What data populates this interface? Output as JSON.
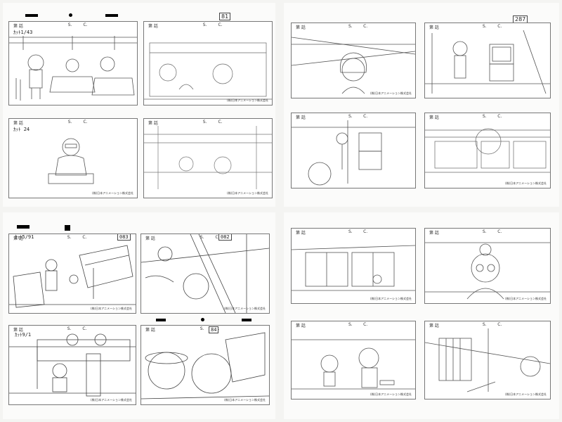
{
  "colors": {
    "paper": "#fbfbfa",
    "pencil": "#555555",
    "ink": "#222222",
    "marker": "#000000"
  },
  "frames": [
    {
      "id": "p1",
      "ep": "第 話",
      "sc": "S.",
      "cut": "C.",
      "note": "ｶｯﾄ1/43",
      "cut_label": "",
      "credit": "",
      "speech": ""
    },
    {
      "id": "p2",
      "ep": "第 話",
      "sc": "S.",
      "cut": "C.",
      "note": "",
      "cut_label": "",
      "credit": "(株)日本アニメーション株式会社",
      "speech": ""
    },
    {
      "id": "p3",
      "ep": "第 話",
      "sc": "S.",
      "cut": "C.",
      "note": "ｶｯﾄ 24",
      "cut_label": "",
      "credit": "(株)日本アニメーション株式会社",
      "speech": ""
    },
    {
      "id": "p4",
      "ep": "第 話",
      "sc": "S.",
      "cut": "C.",
      "note": "",
      "cut_label": "",
      "credit": "(株)日本アニメーション株式会社",
      "speech": ""
    },
    {
      "id": "p5",
      "ep": "第 話",
      "sc": "S.",
      "cut": "C.",
      "note": "",
      "cut_label": "",
      "credit": "(株)日本アニメーション株式会社",
      "speech": ""
    },
    {
      "id": "p6",
      "ep": "第 話",
      "sc": "S.",
      "cut": "C.",
      "note": "",
      "cut_label": "",
      "credit": "",
      "speech": ""
    },
    {
      "id": "p7",
      "ep": "第 話",
      "sc": "S.",
      "cut": "C.",
      "note": "",
      "cut_label": "",
      "credit": "",
      "speech": ""
    },
    {
      "id": "p8",
      "ep": "第 話",
      "sc": "S.",
      "cut": "C.",
      "note": "",
      "cut_label": "",
      "credit": "(株)日本アニメーション株式会社",
      "speech": ""
    },
    {
      "id": "p9",
      "ep": "第 話",
      "sc": "S.",
      "cut": "C.",
      "note": "ｶｯﾄ5/91",
      "cut_label": "083",
      "credit": "(株)日本アニメーション株式会社",
      "speech": ""
    },
    {
      "id": "p10",
      "ep": "第 話",
      "sc": "S.",
      "cut": "C.",
      "note": "",
      "cut_label": "082",
      "credit": "(株)日本アニメーション株式会社",
      "speech": ""
    },
    {
      "id": "p11",
      "ep": "第 話",
      "sc": "S.",
      "cut": "C.",
      "note": "ｶｯﾄ9/1",
      "cut_label": "",
      "credit": "(株)日本アニメーション株式会社",
      "speech": ""
    },
    {
      "id": "p12",
      "ep": "第 話",
      "sc": "S.",
      "cut": "C.",
      "note": "",
      "cut_label": "84",
      "credit": "(株)日本アニメーション株式会社",
      "speech": ""
    },
    {
      "id": "p13",
      "ep": "第 話",
      "sc": "S.",
      "cut": "C.",
      "note": "",
      "cut_label": "",
      "credit": "(株)日本アニメーション株式会社",
      "speech": ""
    },
    {
      "id": "p14",
      "ep": "第 話",
      "sc": "S.",
      "cut": "C.",
      "note": "",
      "cut_label": "",
      "credit": "(株)日本アニメーション株式会社",
      "speech": ""
    },
    {
      "id": "p15",
      "ep": "第 話",
      "sc": "S.",
      "cut": "C.",
      "note": "",
      "cut_label": "",
      "credit": "(株)日本アニメーション株式会社",
      "speech": ""
    },
    {
      "id": "p16",
      "ep": "第 話",
      "sc": "S.",
      "cut": "C.",
      "note": "",
      "cut_label": "",
      "credit": "(株)日本アニメーション株式会社",
      "speech": ""
    }
  ],
  "page_numbers": {
    "tl": "81",
    "tr": "287"
  }
}
